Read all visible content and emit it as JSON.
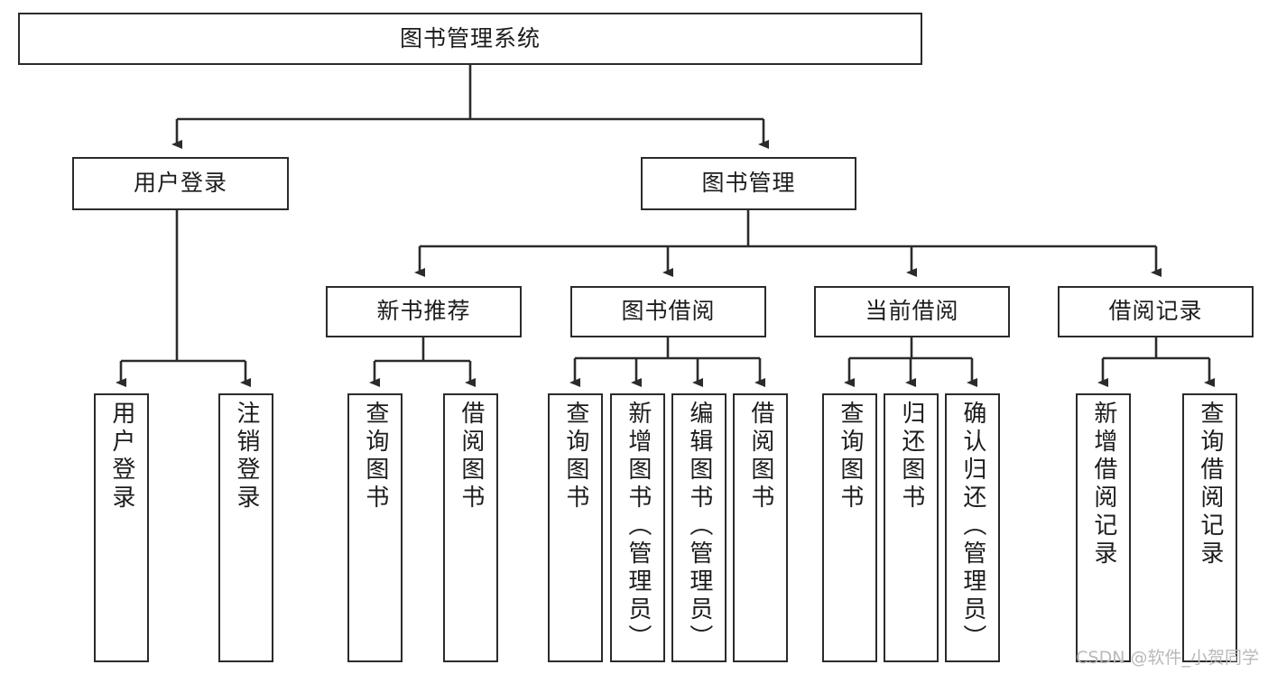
{
  "diagram": {
    "type": "tree-hierarchy-diagram",
    "title": "图书管理系统",
    "orientation": "top-down",
    "theme": {
      "background": "#ffffff",
      "node_border": "#2b2b2b",
      "node_fill": "#ffffff",
      "connector": "#2b2b2b",
      "text": "#1c1c1c",
      "watermark": "#b9b9b9"
    },
    "watermark": "CSDN @软件_小贺同学"
  },
  "nodes": {
    "root": {
      "label": "图书管理系统",
      "level": 0
    },
    "level1": [
      {
        "id": "user-login",
        "label": "用户登录"
      },
      {
        "id": "book-management",
        "label": "图书管理"
      }
    ],
    "level2": [
      {
        "id": "new-book-recommend",
        "label": "新书推荐",
        "parent": "book-management"
      },
      {
        "id": "book-borrow",
        "label": "图书借阅",
        "parent": "book-management"
      },
      {
        "id": "current-borrow",
        "label": "当前借阅",
        "parent": "book-management"
      },
      {
        "id": "borrow-record",
        "label": "借阅记录",
        "parent": "book-management"
      }
    ],
    "leaves": [
      {
        "id": "leaf-user-login",
        "label": "用户登录",
        "parent": "user-login"
      },
      {
        "id": "leaf-user-logout",
        "label": "注销登录",
        "parent": "user-login"
      },
      {
        "id": "leaf-query-book-1",
        "label": "查询图书",
        "parent": "new-book-recommend"
      },
      {
        "id": "leaf-borrow-book-1",
        "label": "借阅图书",
        "parent": "new-book-recommend"
      },
      {
        "id": "leaf-query-book-2",
        "label": "查询图书",
        "parent": "book-borrow"
      },
      {
        "id": "leaf-add-book",
        "label": "新增图书（管理员）",
        "parent": "book-borrow"
      },
      {
        "id": "leaf-edit-book",
        "label": "编辑图书（管理员）",
        "parent": "book-borrow"
      },
      {
        "id": "leaf-borrow-book-2",
        "label": "借阅图书",
        "parent": "book-borrow"
      },
      {
        "id": "leaf-query-book-3",
        "label": "查询图书",
        "parent": "current-borrow"
      },
      {
        "id": "leaf-return-book",
        "label": "归还图书",
        "parent": "current-borrow"
      },
      {
        "id": "leaf-confirm-return",
        "label": "确认归还（管理员）",
        "parent": "current-borrow"
      },
      {
        "id": "leaf-add-record",
        "label": "新增借阅记录",
        "parent": "borrow-record"
      },
      {
        "id": "leaf-query-record",
        "label": "查询借阅记录",
        "parent": "borrow-record"
      }
    ]
  }
}
